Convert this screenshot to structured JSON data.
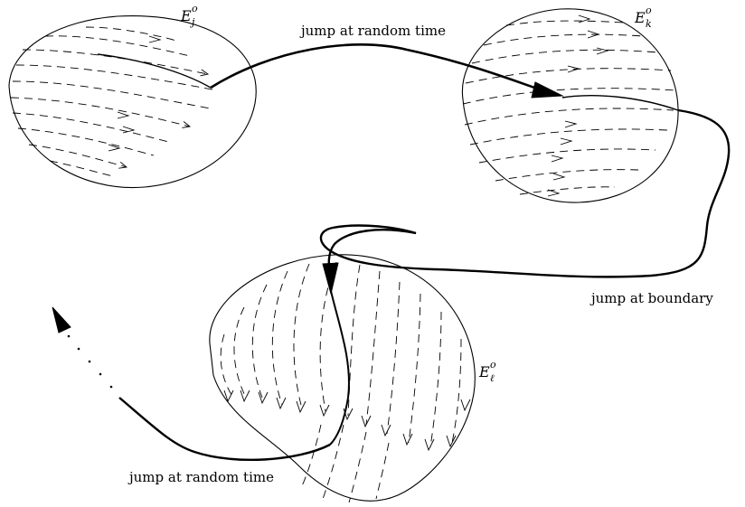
{
  "regions": {
    "j": {
      "base": "E",
      "sup": "o",
      "sub": "j"
    },
    "k": {
      "base": "E",
      "sup": "o",
      "sub": "k"
    },
    "l": {
      "base": "E",
      "sup": "o",
      "sub": "ℓ"
    }
  },
  "labels": {
    "jump_random_1": "jump at random time",
    "jump_boundary": "jump at boundary",
    "jump_random_2": "jump at random time"
  },
  "colors": {
    "stroke": "#000000",
    "background": "#ffffff"
  }
}
